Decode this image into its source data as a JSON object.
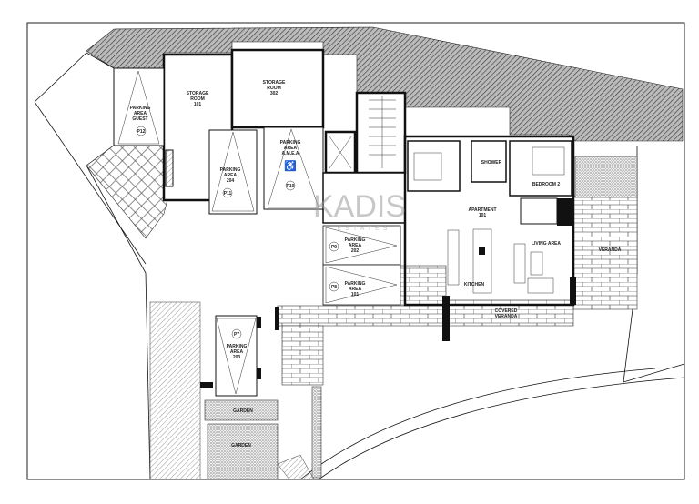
{
  "plan": {
    "rooms": {
      "storage_101": [
        "STORAGE",
        "ROOM",
        "101"
      ],
      "storage_302": [
        "STORAGE",
        "ROOM",
        "302"
      ],
      "apartment": [
        "APARTMENT",
        "101"
      ],
      "shower": "SHOWER",
      "bedroom2": "BEDROOM 2",
      "living": "LIVING AREA",
      "kitchen": "KITCHEN",
      "veranda": "VERANDA",
      "covered_veranda": [
        "COVERED",
        "VERANDA"
      ],
      "garden_1": "GARDEN",
      "garden_2": "GARDEN"
    },
    "parking": [
      {
        "id": "P12",
        "lines": [
          "PARKING",
          "AREA",
          "GUEST"
        ]
      },
      {
        "id": "P11",
        "lines": [
          "PARKING",
          "AREA",
          "204"
        ]
      },
      {
        "id": "P10",
        "lines": [
          "PARKING",
          "AREA",
          "A.M.E.A"
        ]
      },
      {
        "id": "P9",
        "lines": [
          "PARKING",
          "AREA",
          "202"
        ]
      },
      {
        "id": "P8",
        "lines": [
          "PARKING",
          "AREA",
          "101"
        ]
      },
      {
        "id": "P7",
        "lines": [
          "PARKING",
          "AREA",
          "203"
        ]
      }
    ],
    "watermark": {
      "brand": "KADIS",
      "sub": "ESTATES"
    }
  }
}
